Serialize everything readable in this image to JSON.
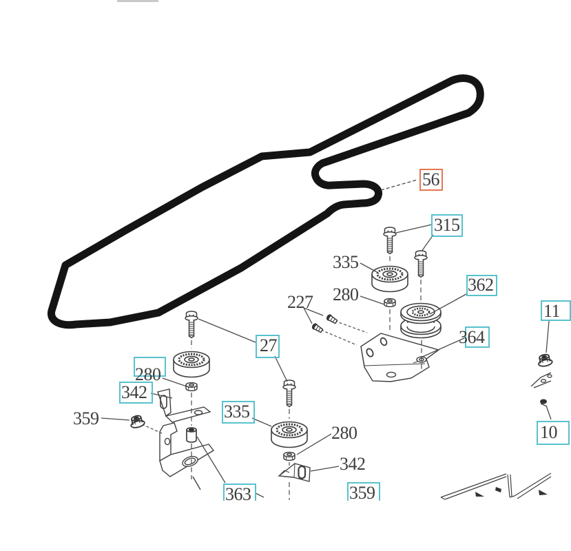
{
  "diagram": {
    "kind": "exploded-parts-diagram",
    "subject": "mower-deck idler pulleys and drive belt",
    "colors": {
      "callout_teal": "#58C1CD",
      "callout_orange": "#E4764F",
      "ink": "#3d3d3d",
      "line_art": "#3f3f3f",
      "belt": "#141414"
    }
  },
  "callouts": {
    "belt": "56",
    "hardware_bolts_top": "315",
    "pulley_flat_top": "335",
    "nut_top": "280",
    "rivets": "227",
    "pulley_v_idler": "362",
    "bracket_right": "364",
    "bolt_left": "27",
    "nut_left": "280",
    "bracket_small_left": "342",
    "locknut_left": "359",
    "pulley_flat_bottom": "335",
    "nut_bottom": "280",
    "bracket_small_bottom": "342",
    "bracket_left": "363",
    "locknut_bottom": "359",
    "partial_right_top": "11",
    "partial_right_bottom": "10"
  }
}
